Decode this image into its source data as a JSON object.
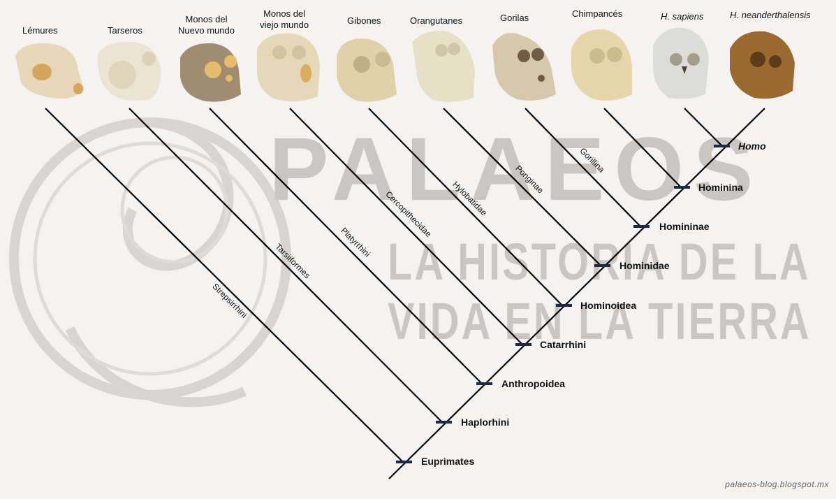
{
  "diagram": {
    "type": "cladogram",
    "title": "",
    "watermark": {
      "brand": "PALAEOS",
      "line1": "LA HISTORIA DE LA",
      "line2": "VIDA EN LA TIERRA"
    },
    "footer": "palaeos-blog.blogspot.mx",
    "taxa": [
      {
        "label": "Lémures",
        "italic": false,
        "skull_color": "#e6d8b8"
      },
      {
        "label": "Tarseros",
        "italic": false,
        "skull_color": "#ebe4d2"
      },
      {
        "label": "Monos del\nNuevo mundo",
        "italic": false,
        "skull_color": "#a08d70"
      },
      {
        "label": "Monos del\nviejo mundo",
        "italic": false,
        "skull_color": "#e3d8b8"
      },
      {
        "label": "Gibones",
        "italic": false,
        "skull_color": "#e0d2a8"
      },
      {
        "label": "Orangutanes",
        "italic": false,
        "skull_color": "#e8e0c6"
      },
      {
        "label": "Gorilas",
        "italic": false,
        "skull_color": "#d6c8aa"
      },
      {
        "label": "Chimpancés",
        "italic": false,
        "skull_color": "#e6d6aa"
      },
      {
        "label": "H. sapiens",
        "italic": true,
        "skull_color": "#dcdcd8"
      },
      {
        "label": "H. neanderthalensis",
        "italic": true,
        "skull_color": "#9a6a2e"
      }
    ],
    "branch_labels": [
      {
        "label": "Strepsirrhini"
      },
      {
        "label": "Tarsiiformes"
      },
      {
        "label": "Platyrrhini"
      },
      {
        "label": "Cercopithecidae"
      },
      {
        "label": "Hylobatidae"
      },
      {
        "label": "Ponginae"
      },
      {
        "label": "Gorillina"
      }
    ],
    "nodes": [
      {
        "label": "Euprimates",
        "italic": false
      },
      {
        "label": "Haplorhini",
        "italic": false
      },
      {
        "label": "Anthropoidea",
        "italic": false
      },
      {
        "label": "Catarrhini",
        "italic": false
      },
      {
        "label": "Hominoidea",
        "italic": false
      },
      {
        "label": "Hominidae",
        "italic": false
      },
      {
        "label": "Homininae",
        "italic": false
      },
      {
        "label": "Hominina",
        "italic": false
      },
      {
        "label": "Homo",
        "italic": true
      }
    ],
    "colors": {
      "line": "#000000",
      "node_tick": "#1c2a48",
      "watermark": "#c9c6c3",
      "background": "#f4f3f2"
    }
  }
}
